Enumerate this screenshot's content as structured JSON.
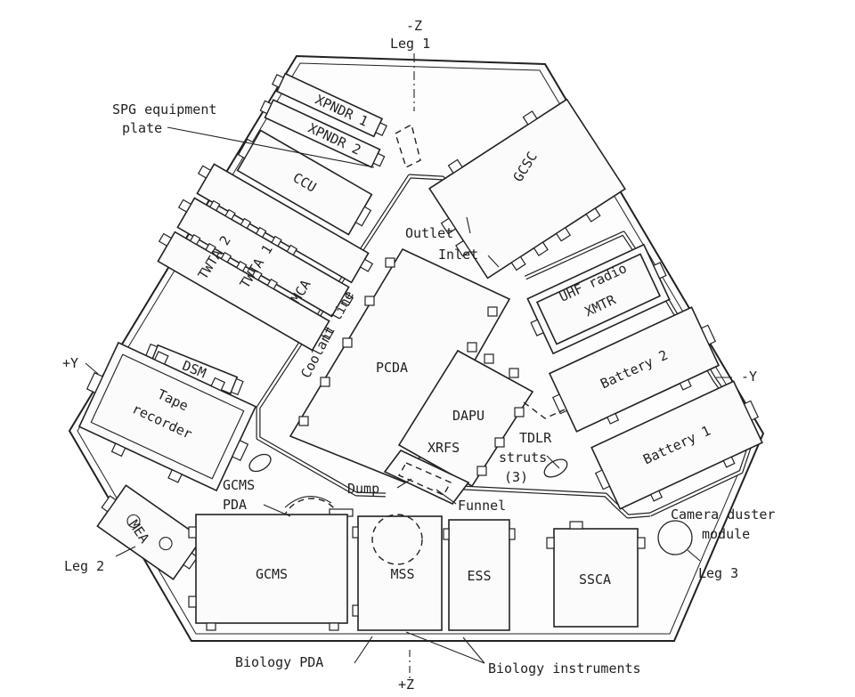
{
  "diagram": {
    "axes": {
      "neg_z": "-Z",
      "pos_z": "+Z",
      "pos_y": "+Y",
      "neg_y": "-Y"
    },
    "legs": {
      "leg1": "Leg 1",
      "leg2": "Leg 2",
      "leg3": "Leg 3"
    },
    "components": {
      "xpndr1": "XPNDR 1",
      "xpndr2": "XPNDR 2",
      "ccu": "CCU",
      "twta2": "TWTA 2",
      "twta1": "TWTA 1",
      "mca": "MCA",
      "gcsc": "GCSC",
      "uhf_line1": "UHF radio",
      "uhf_line2": "XMTR",
      "battery2": "Battery 2",
      "battery1": "Battery 1",
      "pcda": "PCDA",
      "dapu": "DAPU",
      "xrfs": "XRFS",
      "dsm": "DSM",
      "tape_line1": "Tape",
      "tape_line2": "recorder",
      "mea": "MEA",
      "gcms": "GCMS",
      "mss": "MSS",
      "ess": "ESS",
      "ssca": "SSCA"
    },
    "callouts": {
      "spg_line1": "SPG equipment",
      "spg_line2": "plate",
      "outlet": "Outlet",
      "inlet": "Inlet",
      "coolant_line": "Coolant line",
      "tdlr_line1": "TDLR",
      "tdlr_line2": "struts",
      "tdlr_line3": "(3)",
      "gcms_pda_line1": "GCMS",
      "gcms_pda_line2": "PDA",
      "dump": "Dump",
      "funnel": "Funnel",
      "camera_line1": "Camera duster",
      "camera_line2": "module",
      "biology_pda": "Biology PDA",
      "biology_instruments": "Biology instruments"
    }
  }
}
